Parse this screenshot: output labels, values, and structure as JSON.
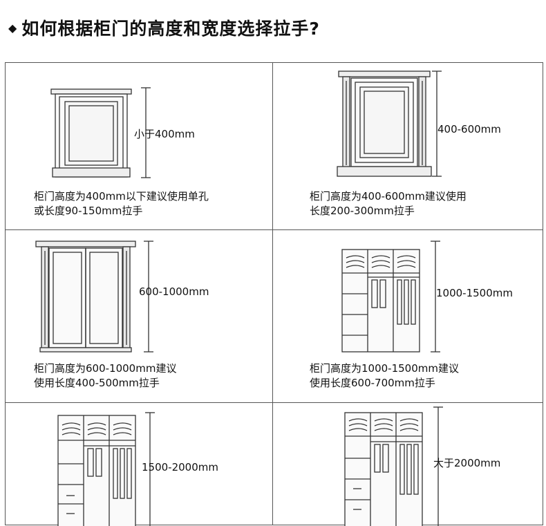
{
  "title": {
    "marker": "◆",
    "text": "如何根据柜门的高度和宽度选择拉手?"
  },
  "cells": [
    {
      "height_label": "小于400mm",
      "caption": [
        "柜门高度为400mm以下建议使用单孔",
        "或长度90-150mm拉手"
      ],
      "illustration": "single-door-cabinet"
    },
    {
      "height_label": "400-600mm",
      "caption": [
        "柜门高度为400-600mm建议使用",
        "长度200-300mm拉手"
      ],
      "illustration": "pillared-door-cabinet"
    },
    {
      "height_label": "600-1000mm",
      "caption": [
        "柜门高度为600-1000mm建议",
        "使用长度400-500mm拉手"
      ],
      "illustration": "double-door-cabinet"
    },
    {
      "height_label": "1000-1500mm",
      "caption": [
        "柜门高度为1000-1500mm建议",
        "使用长度600-700mm拉手"
      ],
      "illustration": "open-wardrobe"
    },
    {
      "height_label": "1500-2000mm",
      "caption": [],
      "illustration": "open-wardrobe"
    },
    {
      "height_label": "大于2000mm",
      "caption": [],
      "illustration": "open-wardrobe"
    }
  ]
}
